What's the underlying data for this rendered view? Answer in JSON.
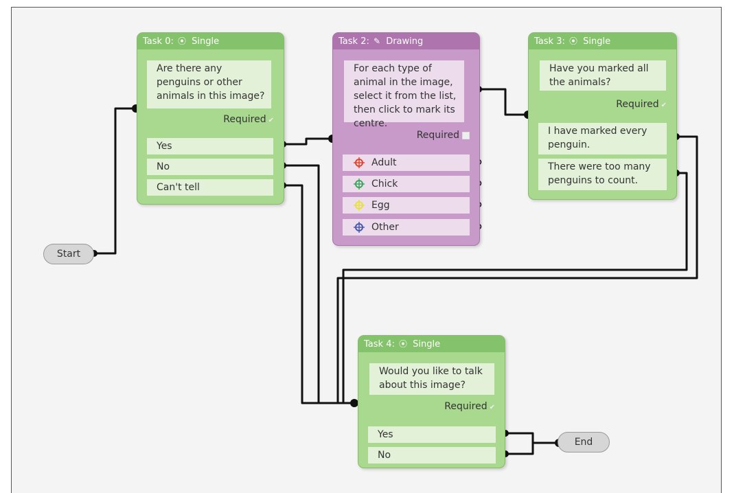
{
  "start_label": "Start",
  "end_label": "End",
  "tasks": {
    "task0": {
      "title": "Task 0:",
      "type": "Single",
      "question": "Are there any penguins or other animals in this image?",
      "required": "Required",
      "answers": [
        "Yes",
        "No",
        "Can't tell"
      ]
    },
    "task2": {
      "title": "Task 2:",
      "type": "Drawing",
      "question": "For each type of animal in the image, select it from the list, then click to mark its centre.",
      "required": "Required",
      "tools": [
        {
          "label": "Adult",
          "color": "#e0442c"
        },
        {
          "label": "Chick",
          "color": "#3aa75c"
        },
        {
          "label": "Egg",
          "color": "#e8e13a"
        },
        {
          "label": "Other",
          "color": "#4a58b0"
        }
      ]
    },
    "task3": {
      "title": "Task 3:",
      "type": "Single",
      "question": "Have you marked all the animals?",
      "required": "Required",
      "answers": [
        "I have marked every penguin.",
        "There were too many penguins to count."
      ]
    },
    "task4": {
      "title": "Task 4:",
      "type": "Single",
      "question": "Would you like to talk about this image?",
      "required": "Required",
      "answers": [
        "Yes",
        "No"
      ]
    }
  },
  "colors": {
    "green_task": "#a9d88f",
    "green_header": "#85c26c",
    "purple_task": "#c89ac9",
    "purple_header": "#ad74ae",
    "wire": "#111111"
  }
}
